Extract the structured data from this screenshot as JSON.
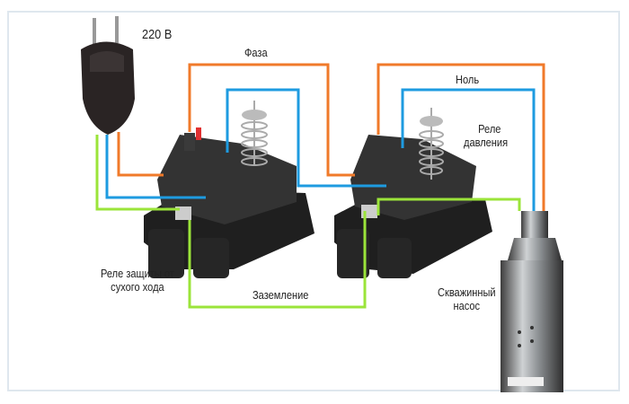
{
  "labels": {
    "voltage": "220 В",
    "phase": "Фаза",
    "neutral": "Ноль",
    "pressure_relay_line1": "Реле",
    "pressure_relay_line2": "давления",
    "dry_run_relay_line1": "Реле защиты от",
    "dry_run_relay_line2": "сухого хода",
    "ground": "Заземление",
    "pump_line1": "Скважинный",
    "pump_line2": "насос"
  },
  "colors": {
    "phase": "#f07a2a",
    "neutral": "#1e9be0",
    "ground": "#9be43a",
    "device": "#2b2b2b"
  }
}
